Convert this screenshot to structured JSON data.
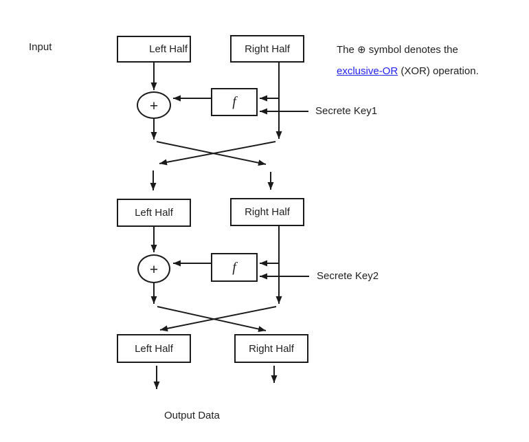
{
  "diagram": {
    "title_context": "Feistel cipher structure",
    "input_label": "Input",
    "output_label": "Output Data",
    "note": {
      "line1": "The ⊕ symbol denotes the",
      "link_text": "exclusive-OR",
      "line2_rest": " (XOR) operation."
    },
    "rows": {
      "row1": {
        "left": "Left Half",
        "right": "Right Half"
      },
      "row2": {
        "left": "Left Half",
        "right": "Right Half"
      },
      "row3": {
        "left": "Left Half",
        "right": "Right Half"
      }
    },
    "rounds": [
      {
        "function_label": "f",
        "xor_label": "+",
        "key_label": "Secrete Key1"
      },
      {
        "function_label": "f",
        "xor_label": "+",
        "key_label": "Secrete Key2"
      }
    ],
    "colors": {
      "line": "#1a1a1a",
      "text": "#1f1f1f",
      "link": "#2121f0",
      "background": "#ffffff"
    }
  }
}
